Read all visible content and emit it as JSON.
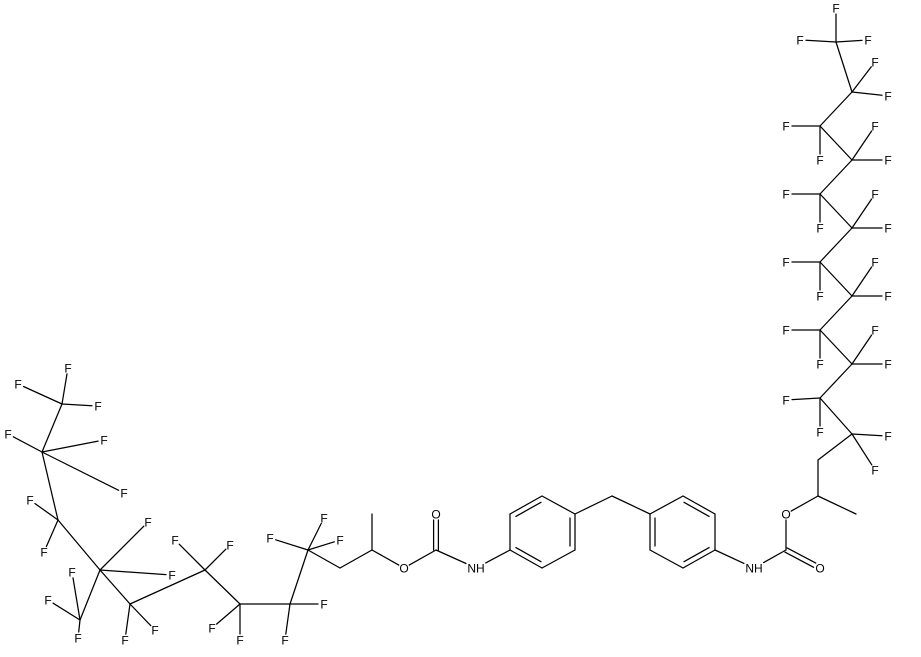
{
  "labels": {
    "fluorine": "F",
    "oxygen": "O",
    "nitrogen_h": "NH"
  },
  "colors": {
    "background": "#ffffff",
    "ink": "#000000"
  }
}
